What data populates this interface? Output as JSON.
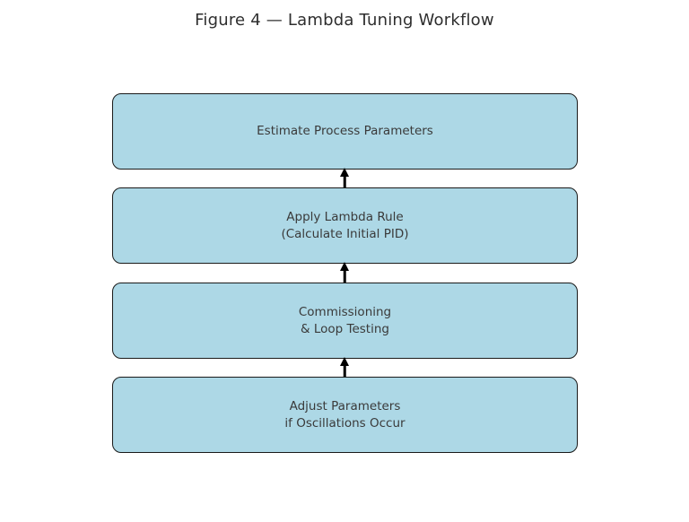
{
  "title": "Figure 4 — Lambda Tuning Workflow",
  "diagram": {
    "boxes": [
      {
        "id": "estimate-process-parameters",
        "lines": [
          "Estimate Process Parameters"
        ]
      },
      {
        "id": "apply-lambda-rule",
        "lines": [
          "Apply Lambda Rule",
          "(Calculate Initial PID)"
        ]
      },
      {
        "id": "commissioning-loop-testing",
        "lines": [
          "Commissioning",
          "& Loop Testing"
        ]
      },
      {
        "id": "adjust-parameters",
        "lines": [
          "Adjust Parameters",
          "if Oscillations Occur"
        ]
      }
    ],
    "arrows": [
      {
        "from": "apply-lambda-rule",
        "to": "estimate-process-parameters",
        "direction": "up"
      },
      {
        "from": "commissioning-loop-testing",
        "to": "apply-lambda-rule",
        "direction": "up"
      },
      {
        "from": "adjust-parameters",
        "to": "commissioning-loop-testing",
        "direction": "up"
      }
    ],
    "colors": {
      "background": "#ffffff",
      "box_fill": "#ADD8E6",
      "box_border": "#1a1a1a",
      "text": "#3a3a3a",
      "title_color": "#2e2e2e",
      "arrow": "#000000"
    }
  }
}
